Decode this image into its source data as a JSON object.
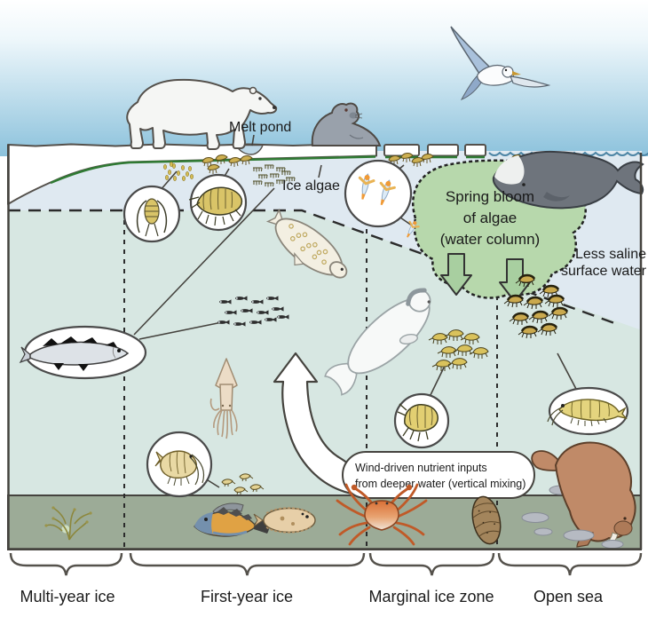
{
  "labels": {
    "melt_pond": "Melt pond",
    "ice_algae": "Ice algae",
    "spring_bloom": [
      "Spring bloom",
      "of algae",
      "(water column)"
    ],
    "less_saline": [
      "Less saline",
      "surface water"
    ],
    "nutrient_bubble": [
      "Wind-driven nutrient inputs",
      "from deeper water (vertical mixing)"
    ]
  },
  "zones": [
    {
      "label": "Multi-year ice"
    },
    {
      "label": "First-year ice"
    },
    {
      "label": "Marginal ice zone"
    },
    {
      "label": "Open sea"
    }
  ],
  "colors": {
    "sky_top": "#ffffff",
    "sky_bottom": "#8cc2dc",
    "surface_water": "#dfe9f1",
    "deep_water": "#d7e7e2",
    "seafloor": "#9cab97",
    "ice": "#ffffff",
    "ice_algae_green": "#2f7a33",
    "bloom_green": "#b7d8ac",
    "arrow_green": "#a8cfa0",
    "outline": "#45433e"
  }
}
